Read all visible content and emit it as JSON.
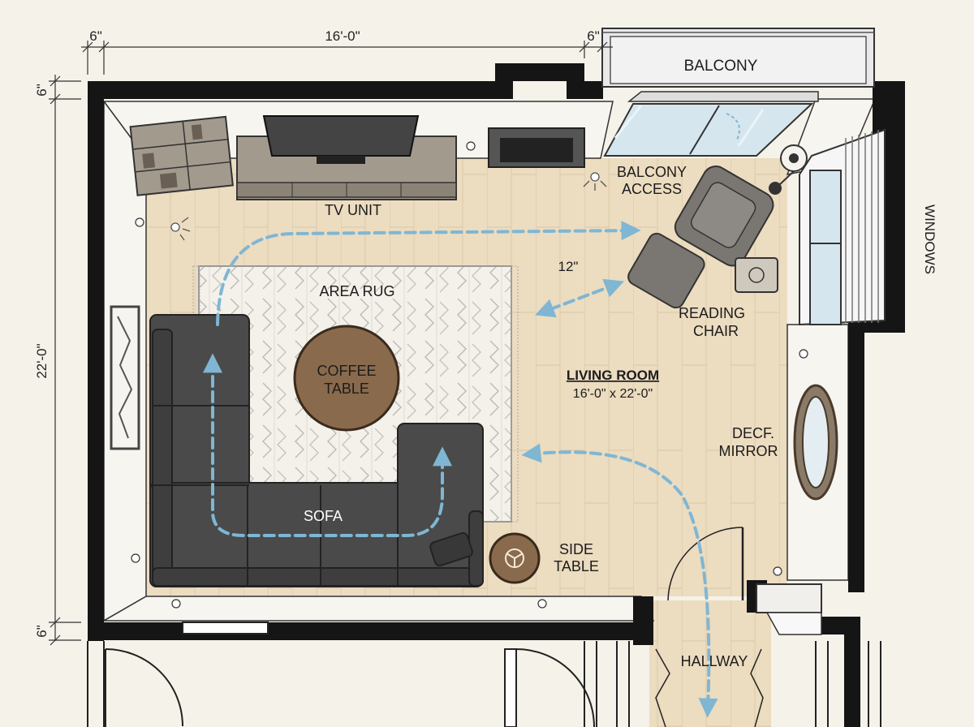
{
  "dimensions": {
    "top_left": "6\"",
    "top_width": "16'-0\"",
    "top_right": "6\"",
    "left_top": "6\"",
    "left_height": "22'-0\"",
    "left_bottom": "6\"",
    "clearance": "12\""
  },
  "room": {
    "name": "LIVING ROOM",
    "size": "16'-0\" x 22'-0\""
  },
  "labels": {
    "balcony": "BALCONY",
    "balcony_access_1": "BALCONY",
    "balcony_access_2": "ACCESS",
    "windows": "WINDOWS",
    "tv_unit": "TV UNIT",
    "area_rug": "AREA RUG",
    "coffee_table_1": "COFFEE",
    "coffee_table_2": "TABLE",
    "reading_chair_1": "READING",
    "reading_chair_2": "CHAIR",
    "mirror_1": "DECF.",
    "mirror_2": "MIRROR",
    "sofa": "SOFA",
    "side_table_1": "SIDE",
    "side_table_2": "TABLE",
    "hallway": "HALLWAY"
  },
  "colors": {
    "wall": "#151515",
    "floor": "#ecdcc0",
    "rug": "#f3f0e9",
    "sofa": "#4a4a4a",
    "wood": "#8a6a4c",
    "flow_arrow": "#7fb6d4",
    "glass": "#d6e6ee"
  }
}
